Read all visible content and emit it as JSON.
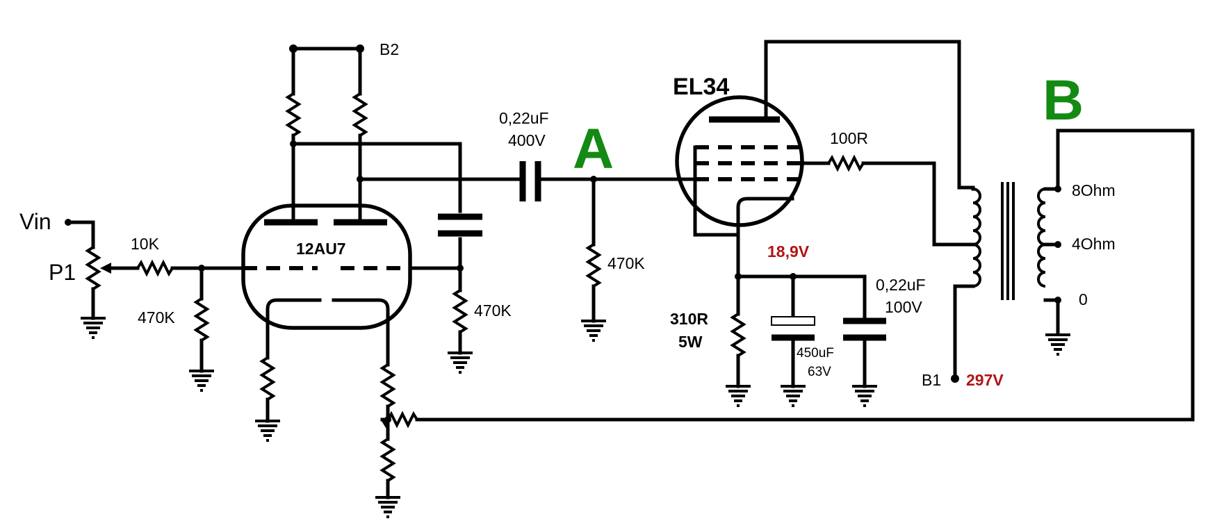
{
  "labels": {
    "b2": "B2",
    "vin": "Vin",
    "p1": "P1",
    "r_10k": "10K",
    "r_470k_grid": "470K",
    "tube_preamp": "12AU7",
    "r_470k_bias": "470K",
    "cap_coupling_value": "0,22uF",
    "cap_coupling_voltage": "400V",
    "point_a": "A",
    "r_470k_output_grid": "470K",
    "tube_power": "EL34",
    "r_100r": "100R",
    "cathode_voltage": "18,9V",
    "r_310r_value": "310R",
    "r_310r_power": "5W",
    "cap_electrolytic_value": "450uF",
    "cap_electrolytic_voltage": "63V",
    "cap_bypass_value": "0,22uF",
    "cap_bypass_voltage": "100V",
    "point_b": "B",
    "tap_8ohm": "8Ohm",
    "tap_4ohm": "4Ohm",
    "tap_0": "0",
    "b1": "B1",
    "b1_voltage": "297V"
  },
  "colors": {
    "wire": "#000000",
    "test_point": "#138a13",
    "voltage": "#b01515"
  }
}
